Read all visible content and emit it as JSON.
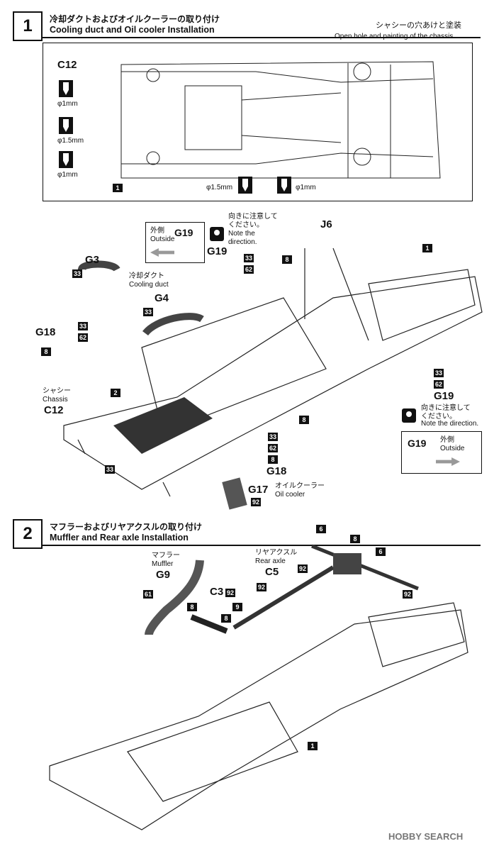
{
  "step1": {
    "number": "1",
    "title_jp": "冷却ダクトおよびオイルクーラーの取り付け",
    "title_en": "Cooling duct and Oil cooler Installation",
    "note_jp": "シャシーの穴あけと塗装",
    "note_en": "Open hole and painting of the chassis.",
    "inset": {
      "part": "C12",
      "drill_a": "φ1mm",
      "drill_b": "φ1.5mm",
      "drill_c": "φ1mm",
      "drill_d": "φ1.5mm",
      "drill_e": "φ1mm",
      "tag": "1"
    },
    "labels": {
      "outside_jp": "外側",
      "outside_en": "Outside",
      "g19": "G19",
      "direction_jp": "向きに注意して\nください。",
      "direction_en": "Note the\ndirection.",
      "j6": "J6",
      "g3": "G3",
      "duct_jp": "冷却ダクト",
      "duct_en": "Cooling duct",
      "g4": "G4",
      "g18": "G18",
      "chassis_jp": "シャシー",
      "chassis_en": "Chassis",
      "c12": "C12",
      "g17": "G17",
      "cooler_jp": "オイルクーラー",
      "cooler_en": "Oil cooler"
    },
    "tags": [
      "1",
      "8",
      "33",
      "62",
      "2",
      "92"
    ]
  },
  "step2": {
    "number": "2",
    "title_jp": "マフラーおよびリヤアクスルの取り付け",
    "title_en": "Muffler and Rear axle Installation",
    "labels": {
      "muffler_jp": "マフラー",
      "muffler_en": "Muffler",
      "g9": "G9",
      "c3": "C3",
      "axle_jp": "リヤアクスル",
      "axle_en": "Rear axle",
      "c5": "C5"
    },
    "tags": [
      "61",
      "8",
      "92",
      "9",
      "6",
      "1"
    ]
  },
  "watermark": "HOBBY SEARCH"
}
